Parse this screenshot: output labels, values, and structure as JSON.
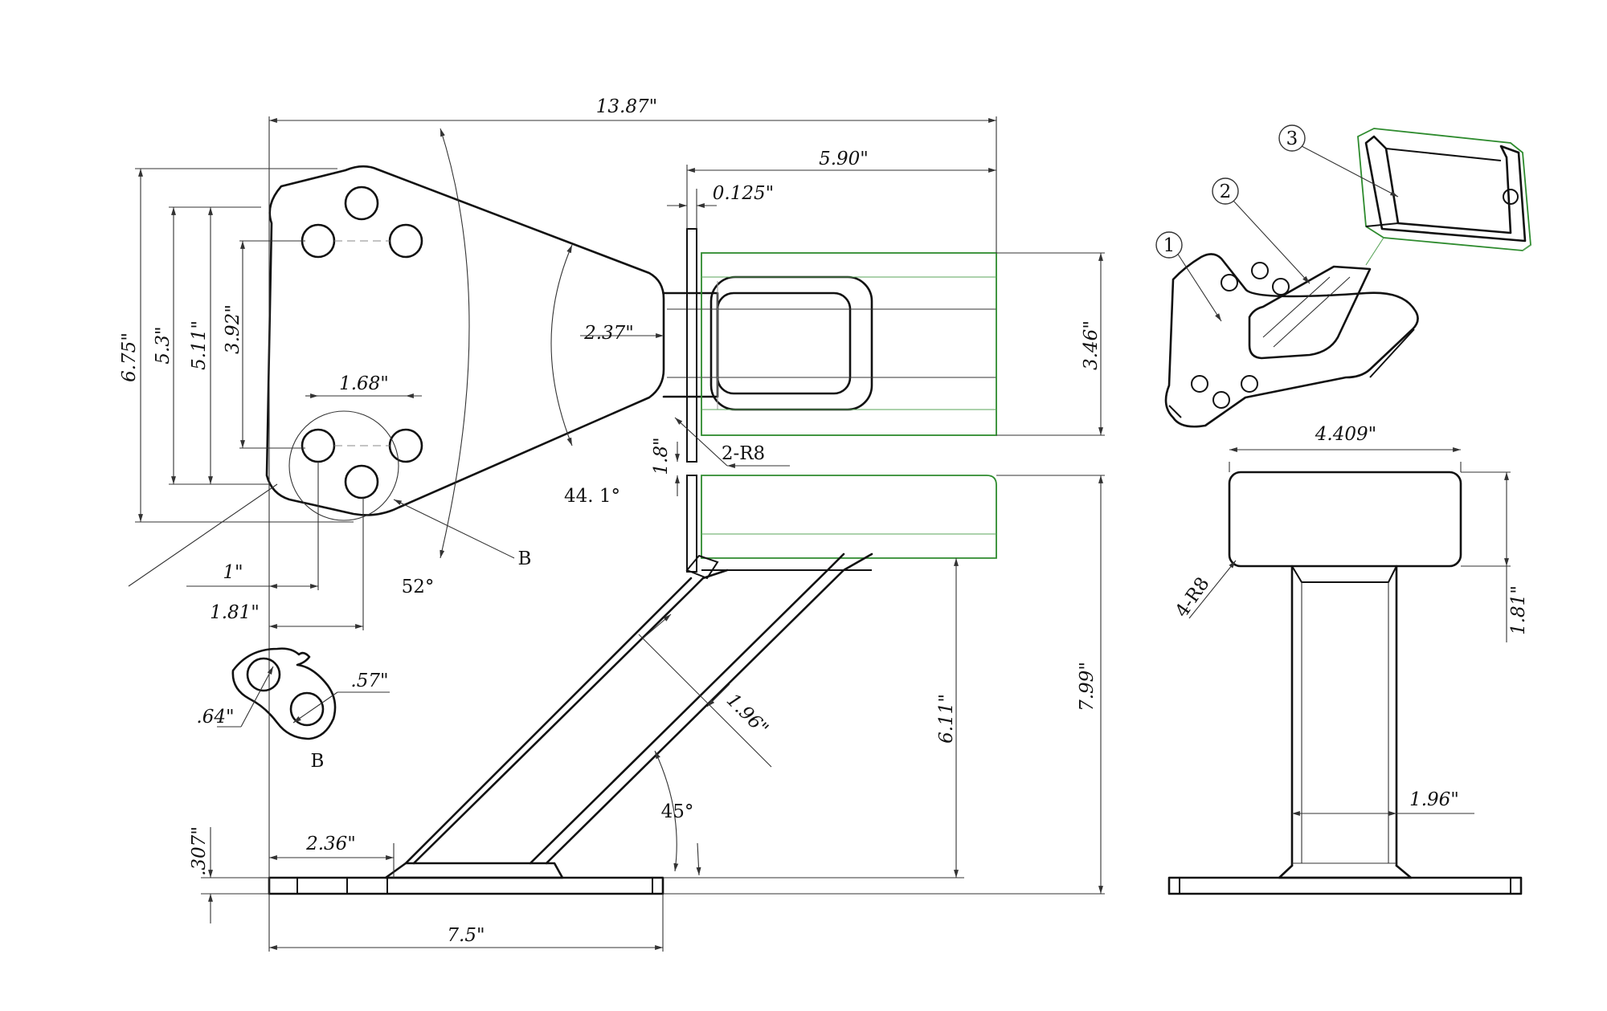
{
  "dimensions": {
    "overall_width": "13.87\"",
    "tube_length": "5.90\"",
    "plate_thickness": "0.125\"",
    "plate_height_total": "6.75\"",
    "hole_span_outer": "5.3\"",
    "hole_span_mid": "5.11\"",
    "hole_span_inner": "3.92\"",
    "hole_spacing": "1.68\"",
    "tube_depth": "2.37\"",
    "tube_height": "3.46\"",
    "offset_small": "1\"",
    "offset_large": "1.81\"",
    "bracket_gap": "1.8\"",
    "bracket_width": "1.96\"",
    "vertical_height": "6.11\"",
    "total_height": "7.99\"",
    "base_thickness": ".307\"",
    "base_offset": "2.36\"",
    "base_length": "7.5\"",
    "hole_dia_a": ".64\"",
    "hole_dia_b": ".57\"",
    "side_width": "4.409\"",
    "side_top_height": "1.81\"",
    "side_post_width": "1.96\""
  },
  "angles": {
    "plate_angle": "44. 1°",
    "hole_angle": "52°",
    "strut_angle": "45°"
  },
  "labels": {
    "radius_two": "2-R8",
    "radius_four": "4-R8",
    "detail_mark": "B",
    "detail_title": "B"
  },
  "balloons": [
    "1",
    "2",
    "3"
  ],
  "colors": {
    "outline": "#111111",
    "thin_line": "#333333",
    "highlight_green": "#2e8b2e"
  }
}
